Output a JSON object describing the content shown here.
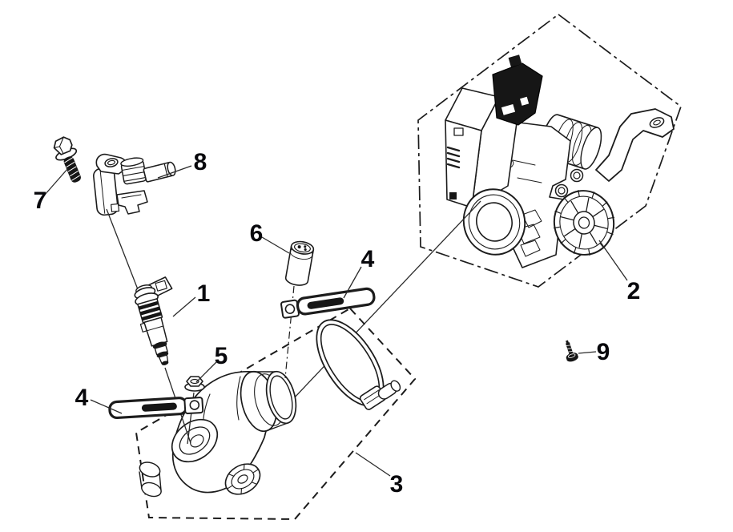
{
  "diagram": {
    "type": "exploded-parts-diagram",
    "background_color": "#ffffff",
    "line_color": "#1c1c1c",
    "label_color": "#08080c",
    "callouts": {
      "c1": {
        "label": "1",
        "part": "fuel-injector"
      },
      "c2": {
        "label": "2",
        "part": "throttle-body-assembly"
      },
      "c3": {
        "label": "3",
        "part": "intake-pipe-assembly"
      },
      "c4_upper": {
        "label": "4",
        "part": "clamp-band"
      },
      "c4_lower": {
        "label": "4",
        "part": "clamp-band"
      },
      "c5": {
        "label": "5",
        "part": "flange-nut"
      },
      "c6": {
        "label": "6",
        "part": "cap"
      },
      "c7": {
        "label": "7",
        "part": "flange-bolt"
      },
      "c8": {
        "label": "8",
        "part": "injector-holder-joint"
      },
      "c9": {
        "label": "9",
        "part": "screw"
      }
    }
  }
}
